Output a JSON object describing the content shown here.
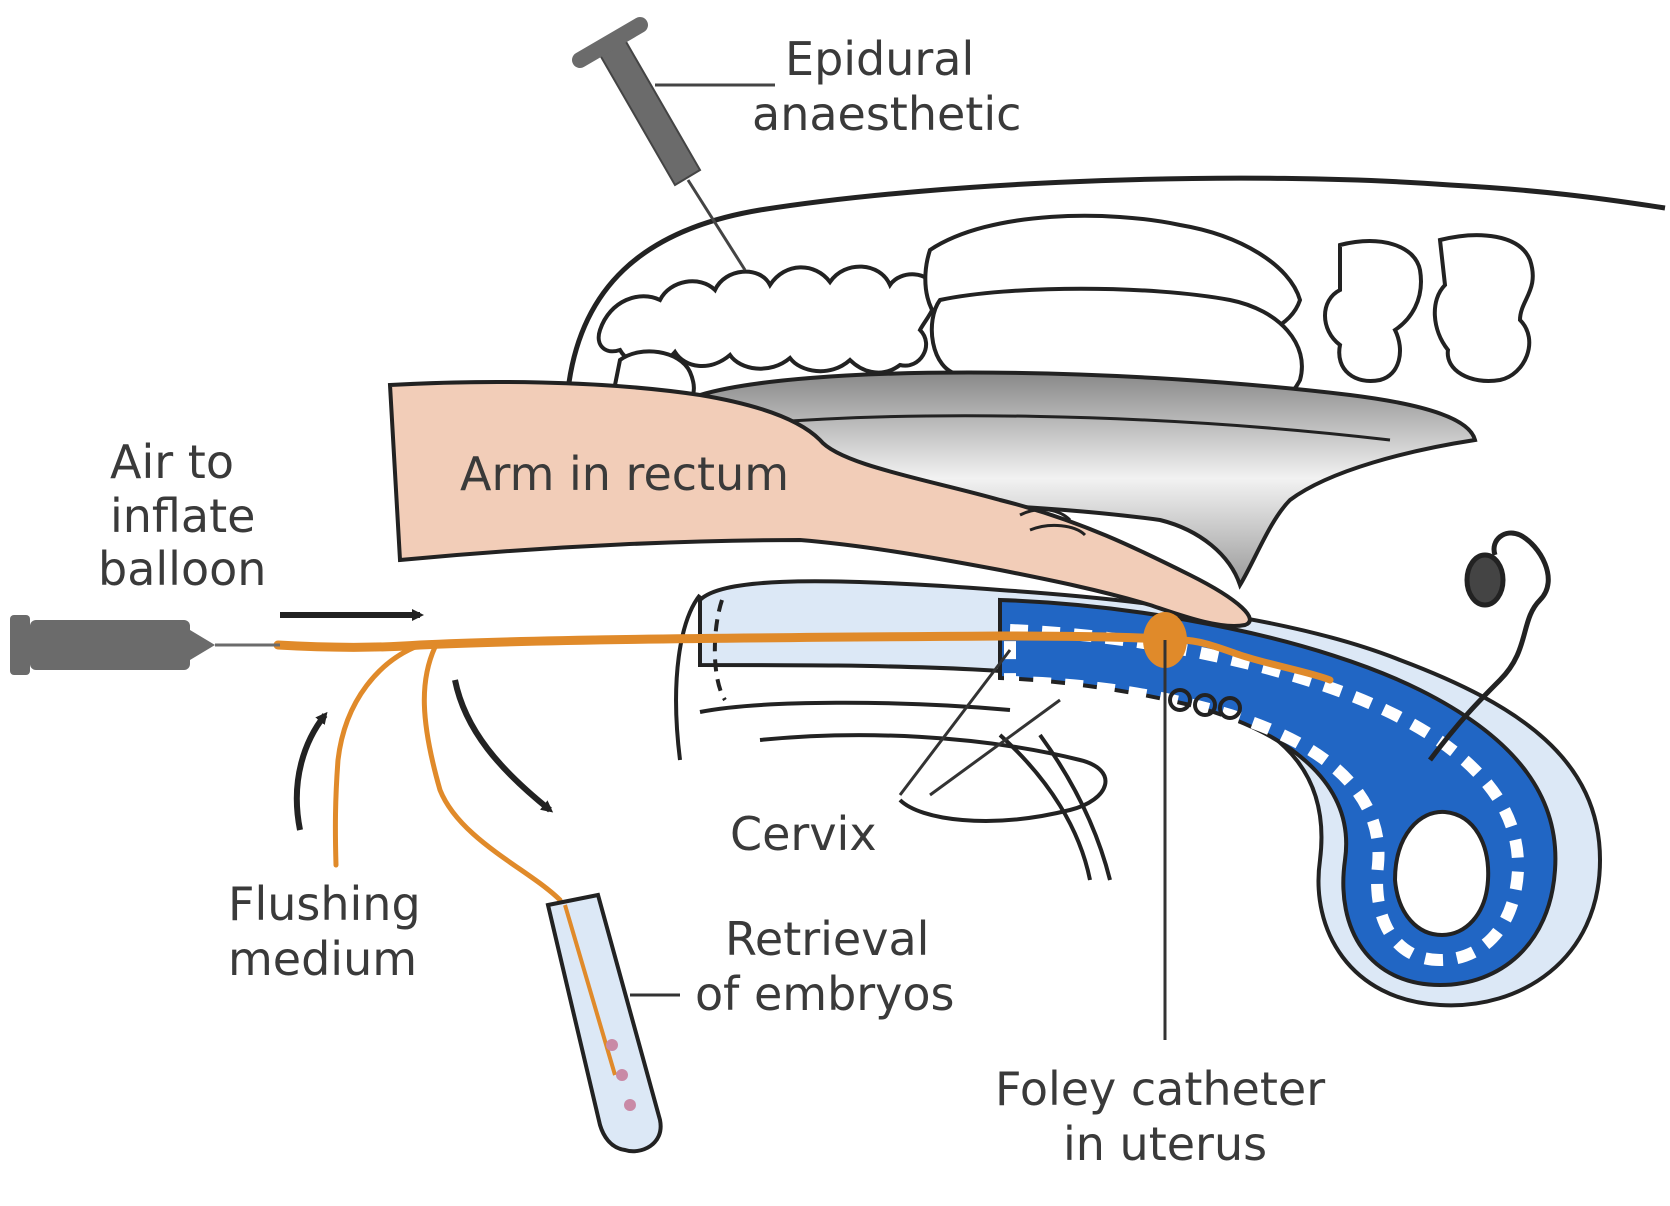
{
  "labels": {
    "epidural_line1": "Epidural",
    "epidural_line2": "anaesthetic",
    "air_line1": "Air to",
    "air_line2": "inflate",
    "air_line3": "balloon",
    "arm": "Arm in rectum",
    "cervix": "Cervix",
    "flushing_line1": "Flushing",
    "flushing_line2": "medium",
    "retrieval_line1": "Retrieval",
    "retrieval_line2": "of embryos",
    "foley_line1": "Foley catheter",
    "foley_line2": "in uterus"
  },
  "colors": {
    "outline": "#222222",
    "syringe": "#6b6b6b",
    "arm_skin": "#f2cdb8",
    "catheter": "#e08a2a",
    "uterus_blue": "#2166c4",
    "uterus_light": "#dce8f6",
    "rectum_grey": "#b9b9b9",
    "text": "#3a3a3a"
  }
}
